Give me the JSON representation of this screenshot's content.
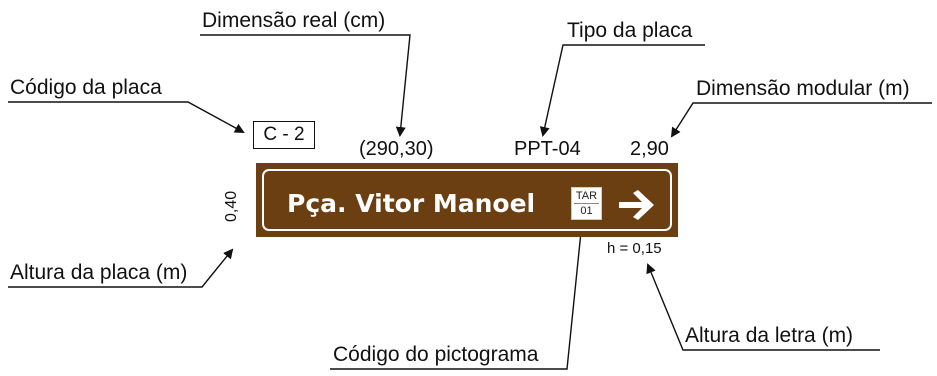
{
  "labels": {
    "dimensao_real": "Dimensão real (cm)",
    "tipo_placa": "Tipo da placa",
    "codigo_placa": "Código da placa",
    "dimensao_modular": "Dimensão modular (m)",
    "altura_placa": "Altura da placa (m)",
    "altura_letra": "Altura da letra (m)",
    "codigo_pictograma": "Código do pictograma"
  },
  "values": {
    "codigo": "C - 2",
    "dimensao_real": "(290,30)",
    "tipo": "PPT-04",
    "dimensao_modular": "2,90",
    "altura_placa": "0,40",
    "altura_letra": "h = 0,15"
  },
  "sign": {
    "text": "Pça. Vitor Manoel",
    "pictogram_top": "TAR",
    "pictogram_bottom": "01",
    "arrow": "right-arrow-icon",
    "background_color": "#6b3f12",
    "border_color": "#ffffff"
  }
}
